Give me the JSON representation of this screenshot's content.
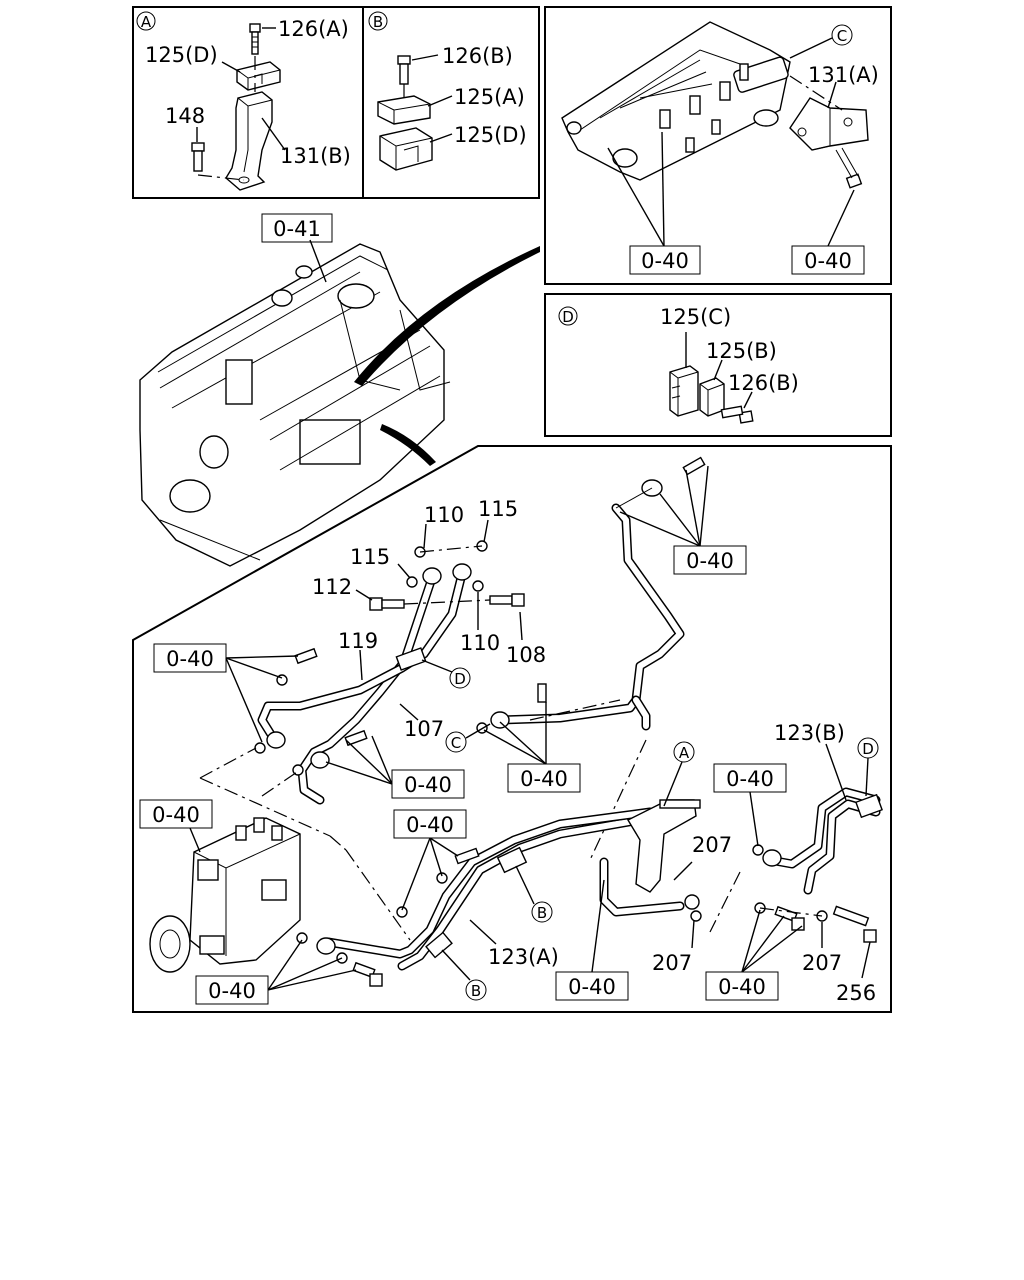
{
  "diagram": {
    "panels": {
      "A": {
        "marker": "A",
        "labels": {
          "bolt": "126(A)",
          "clip": "125(D)",
          "bolt2": "148",
          "bracket": "131(B)"
        }
      },
      "B": {
        "marker": "B",
        "labels": {
          "bolt": "126(B)",
          "clip_a": "125(A)",
          "clip_d": "125(D)"
        }
      },
      "C": {
        "marker": "C",
        "labels": {
          "bracket": "131(A)"
        },
        "refs": [
          "0-40",
          "0-40"
        ]
      },
      "D": {
        "marker": "D",
        "labels": {
          "clip_c": "125(C)",
          "clip_b": "125(B)",
          "bolt": "126(B)"
        }
      }
    },
    "engine_ref": "0-41",
    "main": {
      "part_labels": {
        "p110a": "110",
        "p115a": "115",
        "p115b": "115",
        "p112": "112",
        "p110b": "110",
        "p108": "108",
        "p119": "119",
        "p107": "107",
        "p123b": "123(B)",
        "p123a": "123(A)",
        "p207a": "207",
        "p207b": "207",
        "p207c": "207",
        "p256": "256"
      },
      "refs": {
        "r1": "0-40",
        "r2": "0-40",
        "r3": "0-40",
        "r4": "0-40",
        "r5": "0-40",
        "r6": "0-40",
        "r7": "0-40",
        "r8": "0-40",
        "r9": "0-40",
        "r10": "0-40"
      },
      "markers": {
        "mA": "A",
        "mB1": "B",
        "mB2": "B",
        "mC": "C",
        "mD1": "D",
        "mD2": "D"
      }
    }
  }
}
